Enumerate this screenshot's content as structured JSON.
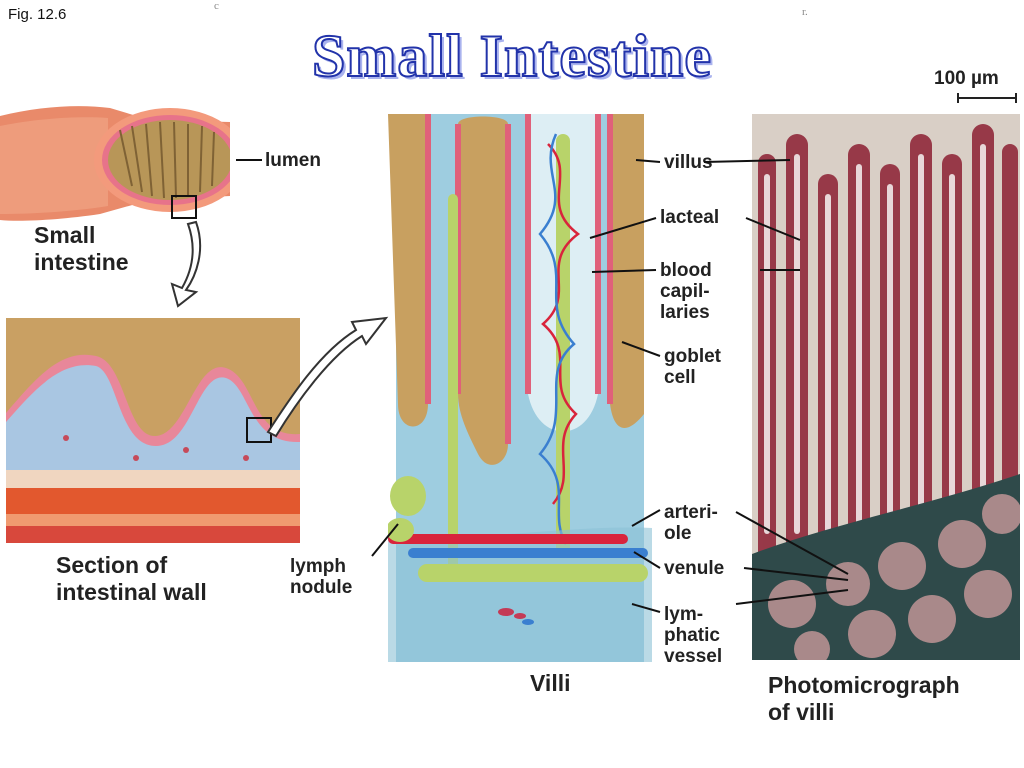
{
  "fig_label": "Fig. 12.6",
  "stray_marks": [
    "c",
    "r."
  ],
  "title": "Small Intestine",
  "scale_bar": "100 µm",
  "captions": {
    "small_intestine": [
      "Small",
      "intestine"
    ],
    "section": [
      "Section of",
      "intestinal wall"
    ],
    "villi": "Villi",
    "photo": [
      "Photomicrograph",
      "of villi"
    ]
  },
  "labels": {
    "lumen": "lumen",
    "villus": "villus",
    "lacteal": "lacteal",
    "blood_capillaries": [
      "blood",
      "capil-",
      "laries"
    ],
    "goblet_cell": [
      "goblet",
      "cell"
    ],
    "arteriole": [
      "arteri-",
      "ole"
    ],
    "venule": "venule",
    "lymphatic_vessel": [
      "lym-",
      "phatic",
      "vessel"
    ],
    "lymph_nodule": [
      "lymph",
      "nodule"
    ]
  },
  "colors": {
    "title_outline": "#2233aa",
    "epithelium": "#e0607a",
    "lamina": "#a9d2e4",
    "lacteal": "#b8d36a",
    "artery": "#d9243c",
    "vein": "#3a7fd0",
    "muscle": "#e2582e",
    "stain": "#8c1f33"
  }
}
